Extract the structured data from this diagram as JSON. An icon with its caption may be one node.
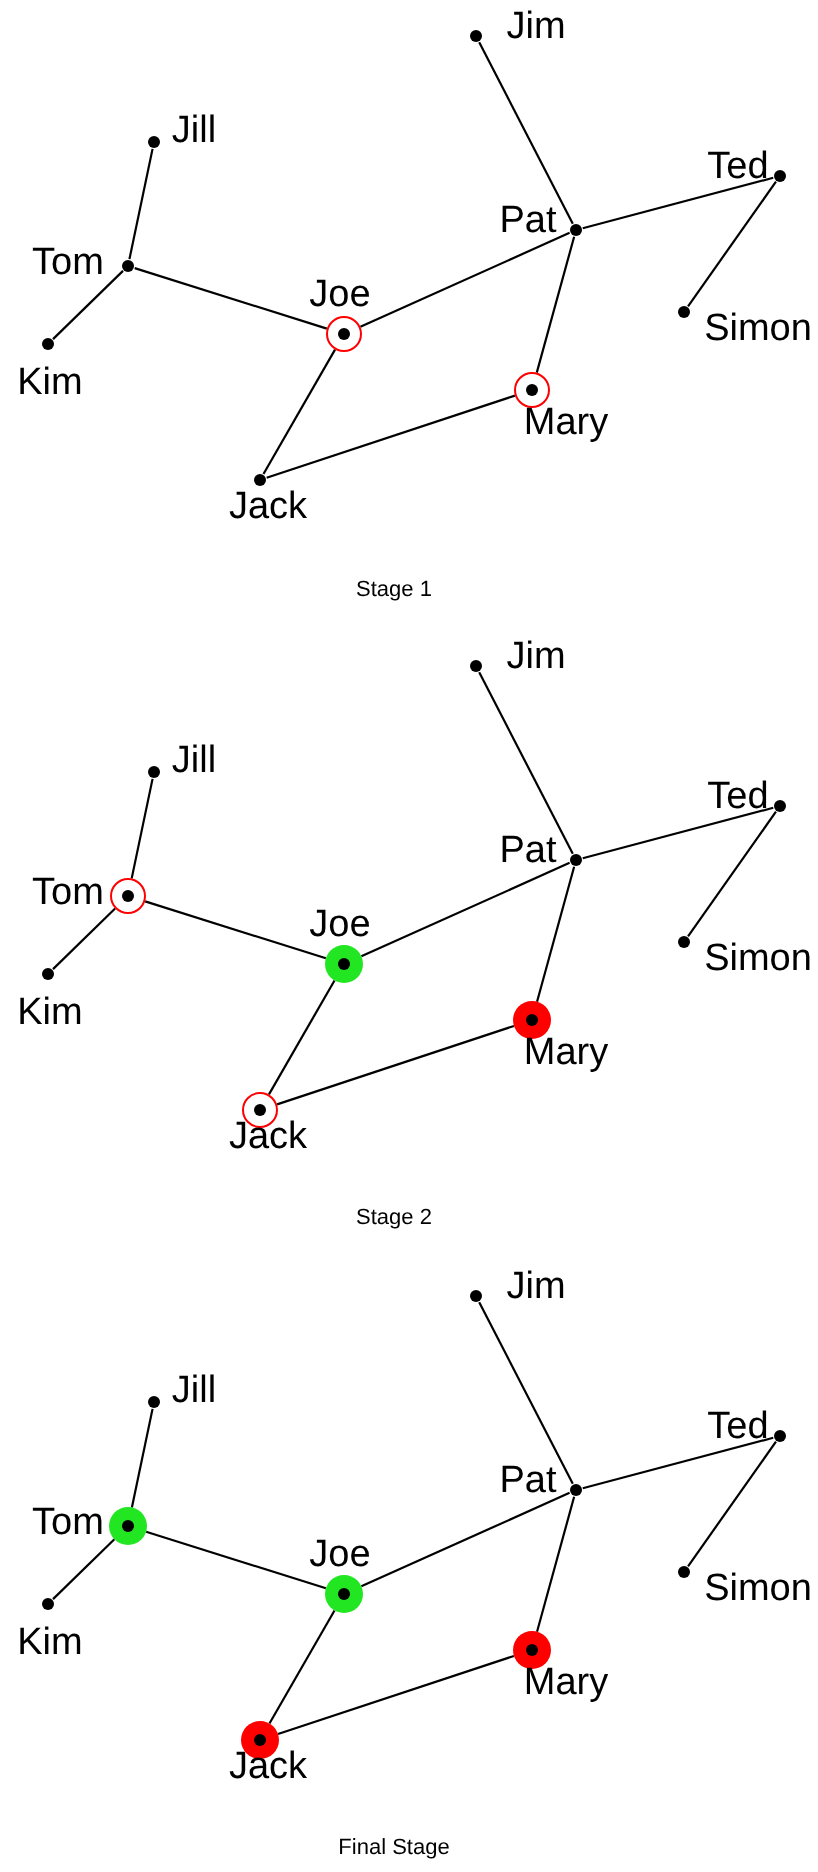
{
  "diagram": {
    "nodes": [
      {
        "text": [
          "Jim"
        ]
      },
      {
        "text": [
          "Jill"
        ]
      },
      {
        "text": [
          "Ted"
        ]
      },
      {
        "text": [
          "Pat"
        ]
      },
      {
        "text": [
          "Tom"
        ]
      },
      {
        "text": [
          "Simon"
        ]
      },
      {
        "text": [
          "Joe"
        ]
      },
      {
        "text": [
          "Kim"
        ]
      },
      {
        "text": [
          "Mary"
        ]
      },
      {
        "text": [
          "Jack"
        ]
      },
      {
        "text": [
          "Jim"
        ]
      },
      {
        "text": [
          "Jill"
        ]
      },
      {
        "text": [
          "Ted"
        ]
      },
      {
        "text": [
          "Pat"
        ]
      },
      {
        "text": [
          "Tom"
        ]
      },
      {
        "text": [
          "Simon"
        ]
      },
      {
        "text": [
          "Joe"
        ]
      },
      {
        "text": [
          "Kim"
        ]
      },
      {
        "text": [
          "Mary"
        ]
      },
      {
        "text": [
          "Jack"
        ]
      },
      {
        "text": [
          "Jim"
        ]
      },
      {
        "text": [
          "Jill"
        ]
      },
      {
        "text": [
          "Ted"
        ]
      },
      {
        "text": [
          "Pat"
        ]
      },
      {
        "text": [
          "Tom"
        ]
      },
      {
        "text": [
          "Simon"
        ]
      },
      {
        "text": [
          "Joe"
        ]
      },
      {
        "text": [
          "Kim"
        ]
      },
      {
        "text": [
          "Mary"
        ]
      },
      {
        "text": [
          "Jack"
        ]
      }
    ],
    "edges": [
      {
        "from": 1,
        "to": 4,
        "arrow": "none"
      },
      {
        "from": 4,
        "to": 7,
        "arrow": "none"
      },
      {
        "from": 4,
        "to": 6,
        "arrow": "none"
      },
      {
        "from": 6,
        "to": 3,
        "arrow": "none"
      },
      {
        "from": 6,
        "to": 9,
        "arrow": "none"
      },
      {
        "from": 9,
        "to": 8,
        "arrow": "none"
      },
      {
        "from": 8,
        "to": 3,
        "arrow": "none"
      },
      {
        "from": 3,
        "to": 0,
        "arrow": "none"
      },
      {
        "from": 3,
        "to": 2,
        "arrow": "none"
      },
      {
        "from": 2,
        "to": 5,
        "arrow": "none"
      },
      {
        "from": 11,
        "to": 14,
        "arrow": "none"
      },
      {
        "from": 14,
        "to": 17,
        "arrow": "none"
      },
      {
        "from": 14,
        "to": 16,
        "arrow": "none"
      },
      {
        "from": 16,
        "to": 13,
        "arrow": "none"
      },
      {
        "from": 16,
        "to": 19,
        "arrow": "none"
      },
      {
        "from": 19,
        "to": 18,
        "arrow": "none"
      },
      {
        "from": 18,
        "to": 13,
        "arrow": "none"
      },
      {
        "from": 13,
        "to": 10,
        "arrow": "none"
      },
      {
        "from": 13,
        "to": 12,
        "arrow": "none"
      },
      {
        "from": 12,
        "to": 15,
        "arrow": "none"
      },
      {
        "from": 21,
        "to": 24,
        "arrow": "none"
      },
      {
        "from": 24,
        "to": 27,
        "arrow": "none"
      },
      {
        "from": 24,
        "to": 26,
        "arrow": "none"
      },
      {
        "from": 26,
        "to": 23,
        "arrow": "none"
      },
      {
        "from": 26,
        "to": 29,
        "arrow": "none"
      },
      {
        "from": 29,
        "to": 28,
        "arrow": "none"
      },
      {
        "from": 28,
        "to": 23,
        "arrow": "none"
      },
      {
        "from": 23,
        "to": 20,
        "arrow": "none"
      },
      {
        "from": 23,
        "to": 22,
        "arrow": "none"
      },
      {
        "from": 22,
        "to": 25,
        "arrow": "none"
      }
    ],
    "labels": [
      "Stage 1",
      "Stage 2",
      "Final Stage"
    ]
  }
}
